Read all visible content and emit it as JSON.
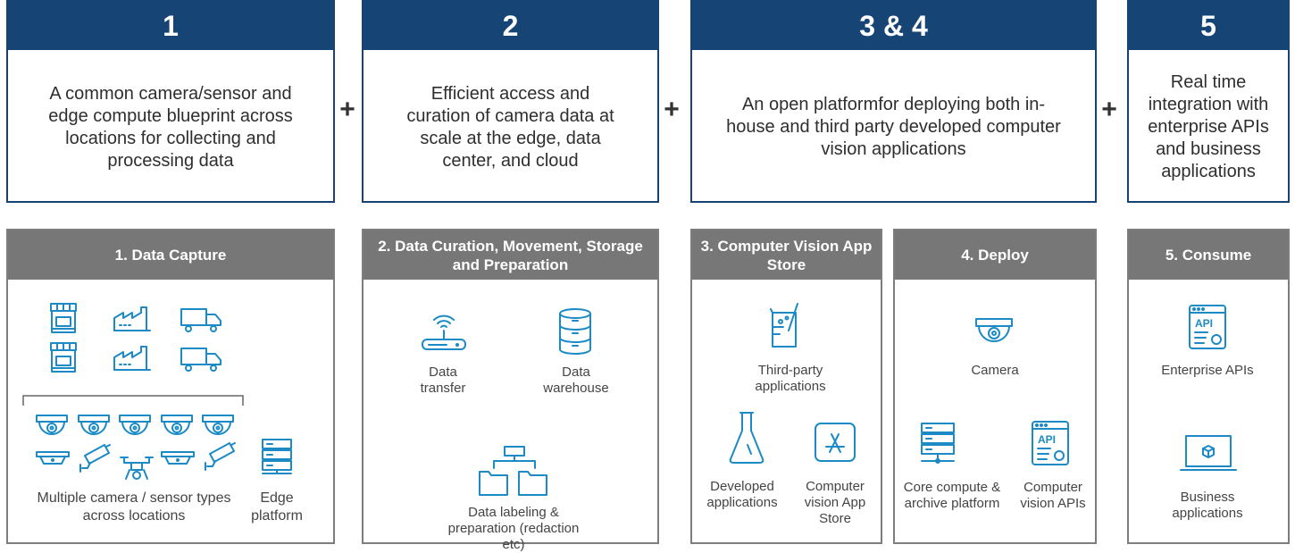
{
  "steps": [
    {
      "num": "1",
      "text": "A common camera/sensor and edge compute blueprint across locations for collecting and processing data"
    },
    {
      "num": "2",
      "text": "Efficient access and curation of camera data at scale at the edge, data center, and cloud"
    },
    {
      "num": "3 & 4",
      "text": "An open platformfor deploying both in-house and third party developed computer vision applications"
    },
    {
      "num": "5",
      "text": "Real time integration with enterprise APIs and business applications"
    }
  ],
  "plus": "+",
  "panels": {
    "capture": {
      "title": "1. Data Capture",
      "cameras_label": "Multiple camera / sensor types across locations",
      "edge_label": "Edge platform"
    },
    "curation": {
      "title": "2. Data Curation, Movement, Storage and Preparation",
      "transfer_label": "Data transfer",
      "warehouse_label": "Data warehouse",
      "labeling_label": "Data labeling & preparation (redaction etc)"
    },
    "appstore": {
      "title": "3. Computer Vision App Store",
      "thirdparty_label": "Third-party applications",
      "developed_label": "Developed applications",
      "store_label": "Computer vision App Store"
    },
    "deploy": {
      "title": "4. Deploy",
      "camera_label": "Camera",
      "core_label": "Core compute & archive platform",
      "apis_label": "Computer vision APIs"
    },
    "consume": {
      "title": "5. Consume",
      "enterprise_label": "Enterprise APIs",
      "business_label": "Business applications"
    }
  },
  "icon_text": {
    "api": "API"
  },
  "colors": {
    "navy": "#164475",
    "gray": "#777777",
    "icon": "#1b8ac5"
  }
}
